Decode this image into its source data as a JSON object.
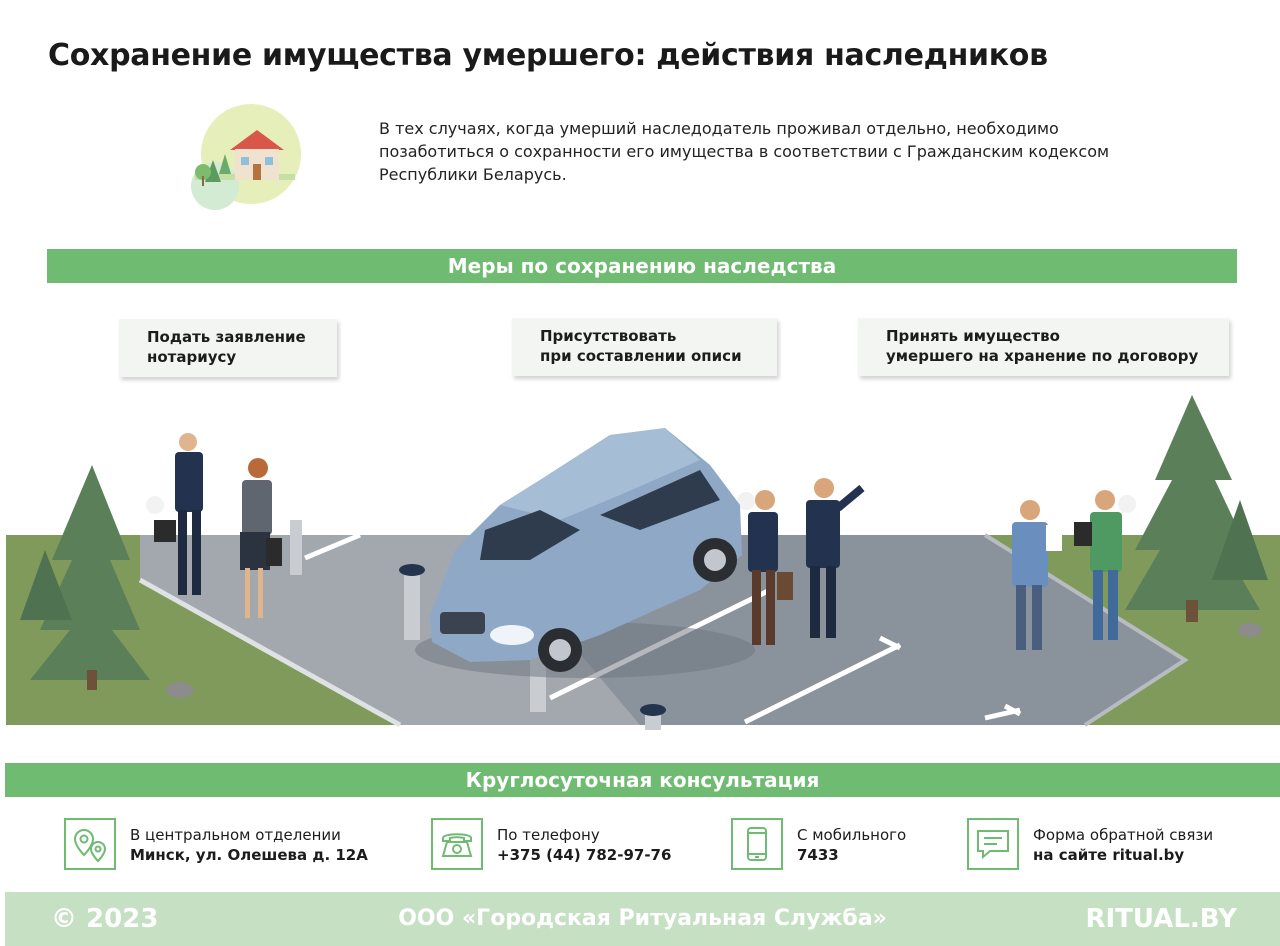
{
  "title": "Сохранение имущества умершего: действия наследников",
  "intro": {
    "text": "В тех случаях, когда умерший наследодатель проживал отдельно, необходимо позаботиться о сохранности его имущества в соответствии с Гражданским кодексом Республики Беларусь.",
    "icon": "house-icon"
  },
  "measures": {
    "heading": "Меры по сохранению наследства",
    "items": [
      {
        "line1": "Подать заявление",
        "line2": "нотариусу"
      },
      {
        "line1": "Присутствовать",
        "line2": "при составлении описи"
      },
      {
        "line1": "Принять имущество",
        "line2": "умершего на хранение по договору"
      }
    ]
  },
  "consultation": {
    "heading": "Круглосуточная консультация",
    "contacts": [
      {
        "icon": "map-pin-icon",
        "line1": "В центральном отделении",
        "line2": "Минск, ул. Олешева д. 12А"
      },
      {
        "icon": "telephone-icon",
        "line1": "По телефону",
        "line2": "+375 (44) 782-97-76"
      },
      {
        "icon": "mobile-phone-icon",
        "line1": "С мобильного",
        "line2": "7433"
      },
      {
        "icon": "chat-icon",
        "line1": "Форма обратной связи",
        "line2": "на сайте ritual.by"
      }
    ]
  },
  "footer": {
    "copyright": "© 2023",
    "company": "ООО «Городская Ритуальная Служба»",
    "site": "RITUAL.BY"
  },
  "colors": {
    "accent": "#6fbb72",
    "footer_bg": "#c6e0c3",
    "asphalt": "#9aa0a8",
    "grass": "#7f9a5a",
    "car": "#8ea8c6"
  }
}
